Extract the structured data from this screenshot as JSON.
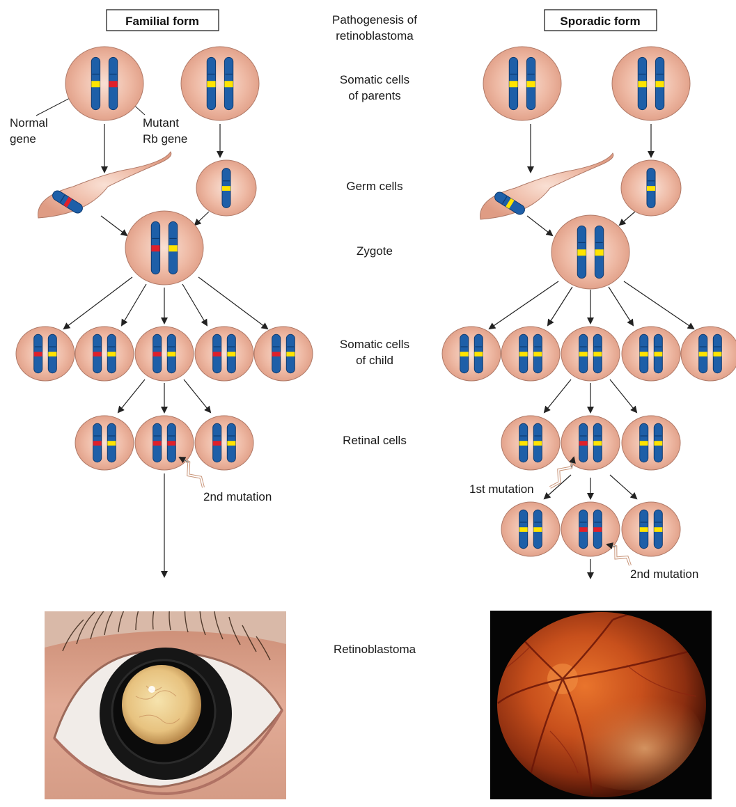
{
  "headers": {
    "familial": "Familial form",
    "sporadic": "Sporadic form"
  },
  "center_labels": {
    "pathogenesis_line1": "Pathogenesis of",
    "pathogenesis_line2": "retinoblastoma",
    "somatic_parents_line1": "Somatic cells",
    "somatic_parents_line2": "of parents",
    "germ_cells": "Germ cells",
    "zygote": "Zygote",
    "somatic_child_line1": "Somatic cells",
    "somatic_child_line2": "of child",
    "retinal_cells": "Retinal cells",
    "retinoblastoma": "Retinoblastoma"
  },
  "annotations": {
    "normal_line1": "Normal",
    "normal_line2": "gene",
    "mutant_line1": "Mutant",
    "mutant_line2": "Rb gene",
    "second_mutation_familial": "2nd mutation",
    "first_mutation_sporadic": "1st mutation",
    "second_mutation_sporadic": "2nd mutation"
  },
  "colors": {
    "cell_fill": "#e8a992",
    "cell_center": "#f7d9cc",
    "cell_stroke": "#b07a68",
    "chromosome": "#1e5fa8",
    "normal_gene": "#ffe400",
    "mutant_gene": "#e0202a",
    "arrow": "#222222"
  },
  "photos": {
    "familial": "leukocoria-eye-photo",
    "sporadic": "fundus-photo"
  }
}
